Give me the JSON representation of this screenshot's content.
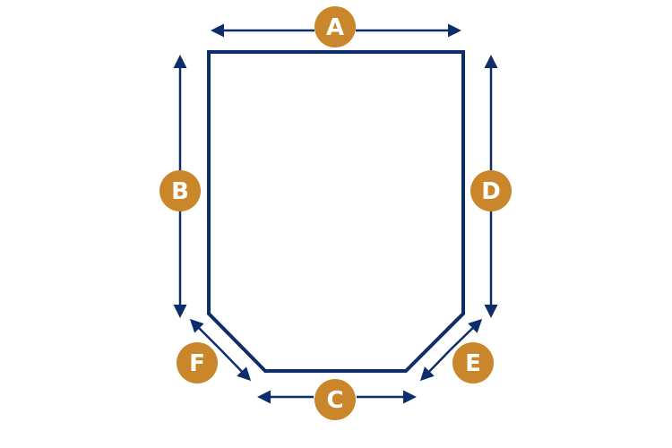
{
  "colors": {
    "outline": "#0d2d6b",
    "arrow": "#0d2d6b",
    "badge": "#c9862a",
    "badge_text": "#ffffff",
    "background": "#ffffff"
  },
  "labels": {
    "a": "A",
    "b": "B",
    "c": "C",
    "d": "D",
    "e": "E",
    "f": "F"
  }
}
